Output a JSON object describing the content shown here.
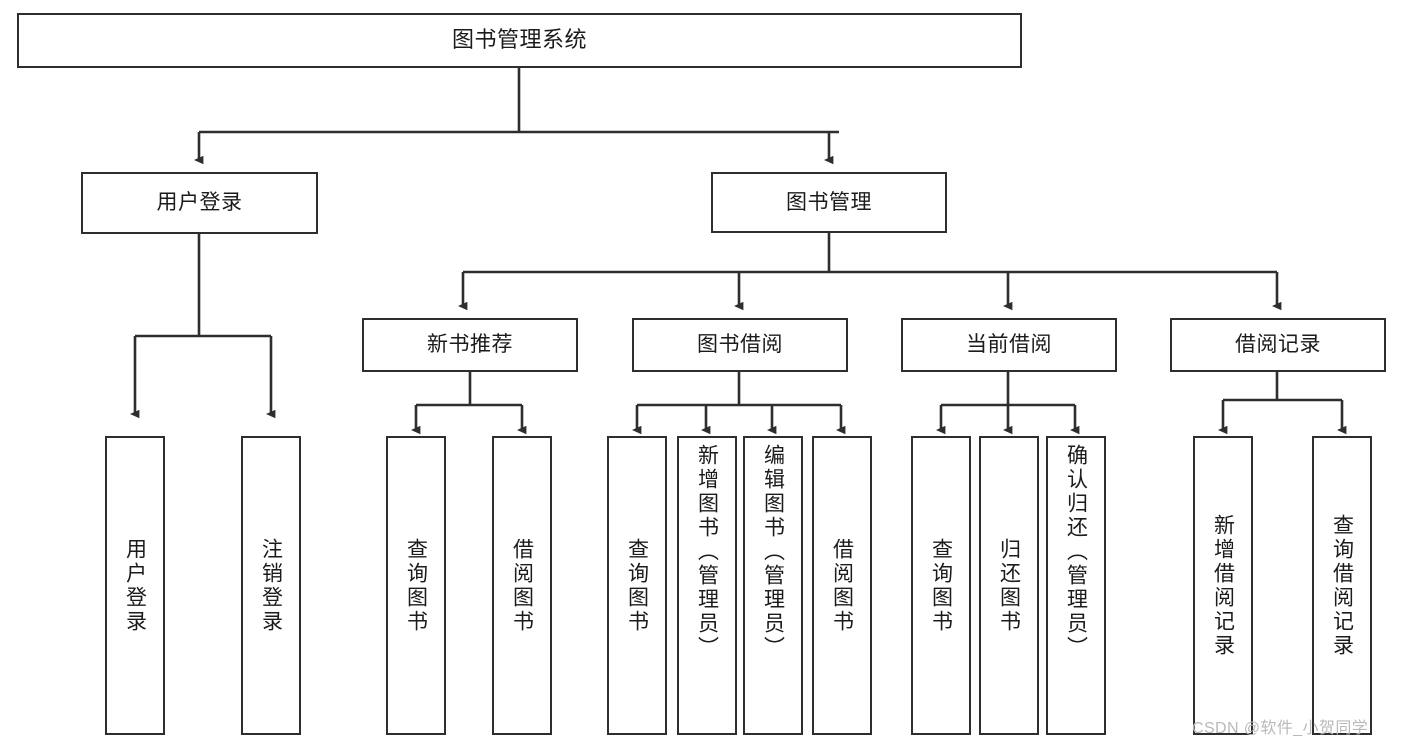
{
  "diagram": {
    "title": "图书管理系统",
    "watermark": "CSDN @软件_小贺同学",
    "colors": {
      "background": "#ffffff",
      "border": "#2e2e2e",
      "connector": "#2e2e2e",
      "text": "#1b1b1b",
      "watermark": "#b9b9b9"
    },
    "levels": {
      "root": "图书管理系统",
      "level2": [
        "用户登录",
        "图书管理"
      ],
      "level3": [
        "新书推荐",
        "图书借阅",
        "当前借阅",
        "借阅记录"
      ]
    },
    "nodes": {
      "root": "图书管理系统",
      "user_login": "用户登录",
      "book_manage": "图书管理",
      "new_book_rec": "新书推荐",
      "book_borrow": "图书借阅",
      "current_borrow": "当前借阅",
      "borrow_record": "借阅记录",
      "leaf_user_login": "用户登录",
      "leaf_logout": "注销登录",
      "leaf_query_book_1": "查询图书",
      "leaf_borrow_book_1": "借阅图书",
      "leaf_query_book_2": "查询图书",
      "leaf_add_book": "新增图书（管理员）",
      "leaf_edit_book": "编辑图书（管理员）",
      "leaf_borrow_book_2": "借阅图书",
      "leaf_query_book_3": "查询图书",
      "leaf_return_book": "归还图书",
      "leaf_confirm_return": "确认归还（管理员）",
      "leaf_add_record": "新增借阅记录",
      "leaf_query_record": "查询借阅记录"
    },
    "tree": [
      {
        "label": "图书管理系统",
        "children": [
          {
            "label": "用户登录",
            "children": [
              {
                "label": "用户登录",
                "children": []
              },
              {
                "label": "注销登录",
                "children": []
              }
            ]
          },
          {
            "label": "图书管理",
            "children": [
              {
                "label": "新书推荐",
                "children": [
                  {
                    "label": "查询图书",
                    "children": []
                  },
                  {
                    "label": "借阅图书",
                    "children": []
                  }
                ]
              },
              {
                "label": "图书借阅",
                "children": [
                  {
                    "label": "查询图书",
                    "children": []
                  },
                  {
                    "label": "新增图书（管理员）",
                    "children": []
                  },
                  {
                    "label": "编辑图书（管理员）",
                    "children": []
                  },
                  {
                    "label": "借阅图书",
                    "children": []
                  }
                ]
              },
              {
                "label": "当前借阅",
                "children": [
                  {
                    "label": "查询图书",
                    "children": []
                  },
                  {
                    "label": "归还图书",
                    "children": []
                  },
                  {
                    "label": "确认归还（管理员）",
                    "children": []
                  }
                ]
              },
              {
                "label": "借阅记录",
                "children": [
                  {
                    "label": "新增借阅记录",
                    "children": []
                  },
                  {
                    "label": "查询借阅记录",
                    "children": []
                  }
                ]
              }
            ]
          }
        ]
      }
    ]
  }
}
